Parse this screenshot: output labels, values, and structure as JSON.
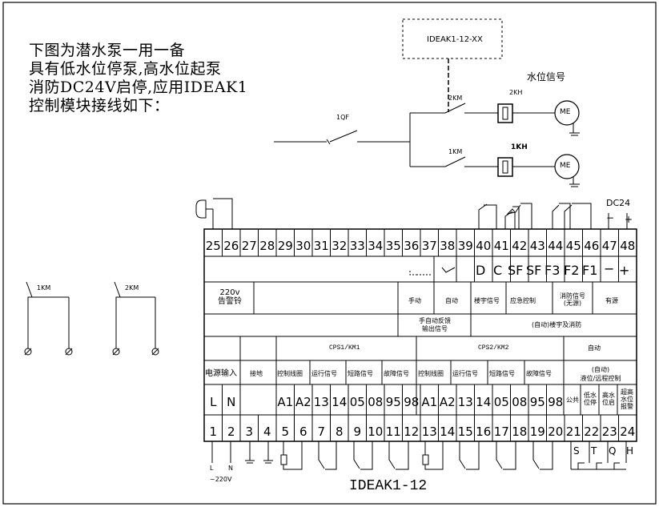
{
  "intro_lines": [
    "下图为潜水泵一用一备",
    "具有低水位停泵,高水位起泵",
    "消防DC24V启停,应用IDEAK1",
    "控制模块接线如下："
  ],
  "module_box_label": "IDEAK1-12-XX",
  "water_level_label": "水位信号",
  "breaker_label": "1QF",
  "contactor_2km": "2KM",
  "contactor_1km": "1KM",
  "relay_2kh": "2KH",
  "relay_1kh": "1KH",
  "motor_label": "ME",
  "dc24_label": "DC24",
  "minus": "−",
  "plus": "+",
  "left_coils": [
    "1KM",
    "2KM"
  ],
  "top_terminals": [
    "25",
    "26",
    "27",
    "28",
    "29",
    "30",
    "31",
    "32",
    "33",
    "34",
    "35",
    "36",
    "37",
    "38",
    "39",
    "40",
    "41",
    "42",
    "43",
    "44",
    "45",
    "46",
    "47",
    "48"
  ],
  "top_codes": [
    "D",
    "C",
    "SF",
    "SF",
    "F3",
    "F2",
    "F1",
    "−",
    "+"
  ],
  "alarm_label": "220v\n告警铃",
  "manual": "手动",
  "auto": "自动",
  "building_signal": "楼宇信号",
  "emergency_control": "应急控制",
  "fire_signal": "消防信号\n(无源)",
  "powered": "有源",
  "feedback": "手自动反馈\n输出信号",
  "auto_building_fire": "(自动)楼宇及消防",
  "cps1": "CPS1/KM1",
  "cps2": "CPS2/KM2",
  "auto_header": "自动",
  "power_input": "电源输入",
  "ground": "接地",
  "ctrl_coil": "控制线圈",
  "run_signal": "运行信号",
  "short_signal": "短路信号",
  "fault_signal": "故障信号",
  "level_remote": "(自动)\n液位/远程控制",
  "common": "公共",
  "low_stop": "低水\n位停",
  "high_start": "高水\n位启",
  "over_high_alarm": "超高\n水位\n报警",
  "bottom_codes": [
    "L",
    "N",
    "",
    "",
    "A1",
    "A2",
    "13",
    "14",
    "05",
    "08",
    "95",
    "98",
    "A1",
    "A2",
    "13",
    "14",
    "05",
    "08",
    "95",
    "98"
  ],
  "bottom_terminals": [
    "1",
    "2",
    "3",
    "4",
    "5",
    "6",
    "7",
    "8",
    "9",
    "10",
    "11",
    "12",
    "13",
    "14",
    "15",
    "16",
    "17",
    "18",
    "19",
    "20",
    "21",
    "22",
    "23",
    "24"
  ],
  "level_switch_letters": [
    "S",
    "T",
    "Q",
    "H"
  ],
  "supply_L": "L",
  "supply_N": "N",
  "supply_v": "~220V",
  "module_name": "IDEAK1-12"
}
